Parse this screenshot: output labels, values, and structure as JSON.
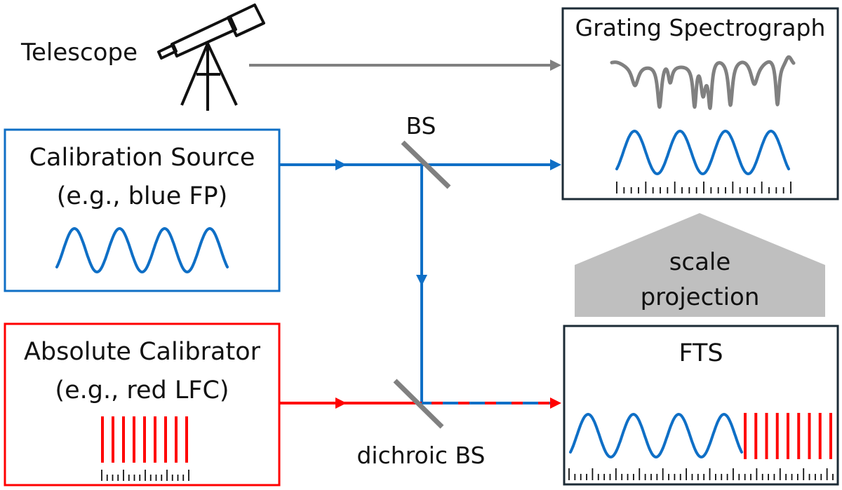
{
  "colors": {
    "blue": "#0f6fc6",
    "red": "#ff0000",
    "gray": "#808080",
    "arrow_gray": "#bfbfbf",
    "dark_border": "#1c2b36",
    "black": "#111111"
  },
  "telescope": {
    "label": "Telescope",
    "icon": "telescope-icon"
  },
  "spectrograph": {
    "title": "Grating Spectrograph",
    "stellar_spectrum": "absorption-line spectrum",
    "calib_peaks": 4
  },
  "calibration_source": {
    "line1": "Calibration Source",
    "line2": "(e.g., blue FP)",
    "peaks": 4
  },
  "absolute_calibrator": {
    "line1": "Absolute Calibrator",
    "line2": "(e.g., red LFC)",
    "comb_lines": 9
  },
  "fts": {
    "title": "FTS",
    "blue_peaks": 4,
    "red_comb_lines": 9
  },
  "beam_splitter": {
    "label": "BS"
  },
  "dichroic": {
    "label": "dichroic BS"
  },
  "scale_projection": {
    "line1": "scale",
    "line2": "projection"
  }
}
